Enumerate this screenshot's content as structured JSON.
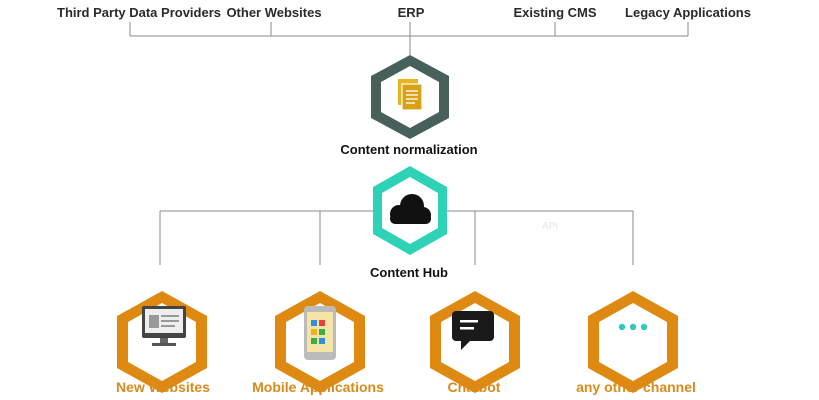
{
  "sources": [
    {
      "label": "Third Party Data Providers"
    },
    {
      "label": "Other Websites"
    },
    {
      "label": "ERP"
    },
    {
      "label": "Existing CMS"
    },
    {
      "label": "Legacy Applications"
    }
  ],
  "normalization": {
    "label": "Content normalization",
    "icon": "documents-icon"
  },
  "hub": {
    "label": "Content Hub",
    "icon": "cloud-icon",
    "connector_label": "API"
  },
  "channels": [
    {
      "label": "New Websites",
      "icon": "monitor-icon"
    },
    {
      "label": "Mobile Applications",
      "icon": "smartphone-icon"
    },
    {
      "label": "Chatbot",
      "icon": "chat-bubble-icon"
    },
    {
      "label": "any other channel",
      "icon": "ellipsis-icon"
    }
  ],
  "colors": {
    "normalization_hex": "#48605a",
    "hub_hex": "#2ed3b7",
    "channel_hex": "#de8a12",
    "channel_label": "#d88a1a",
    "line": "#8a8a8a"
  }
}
